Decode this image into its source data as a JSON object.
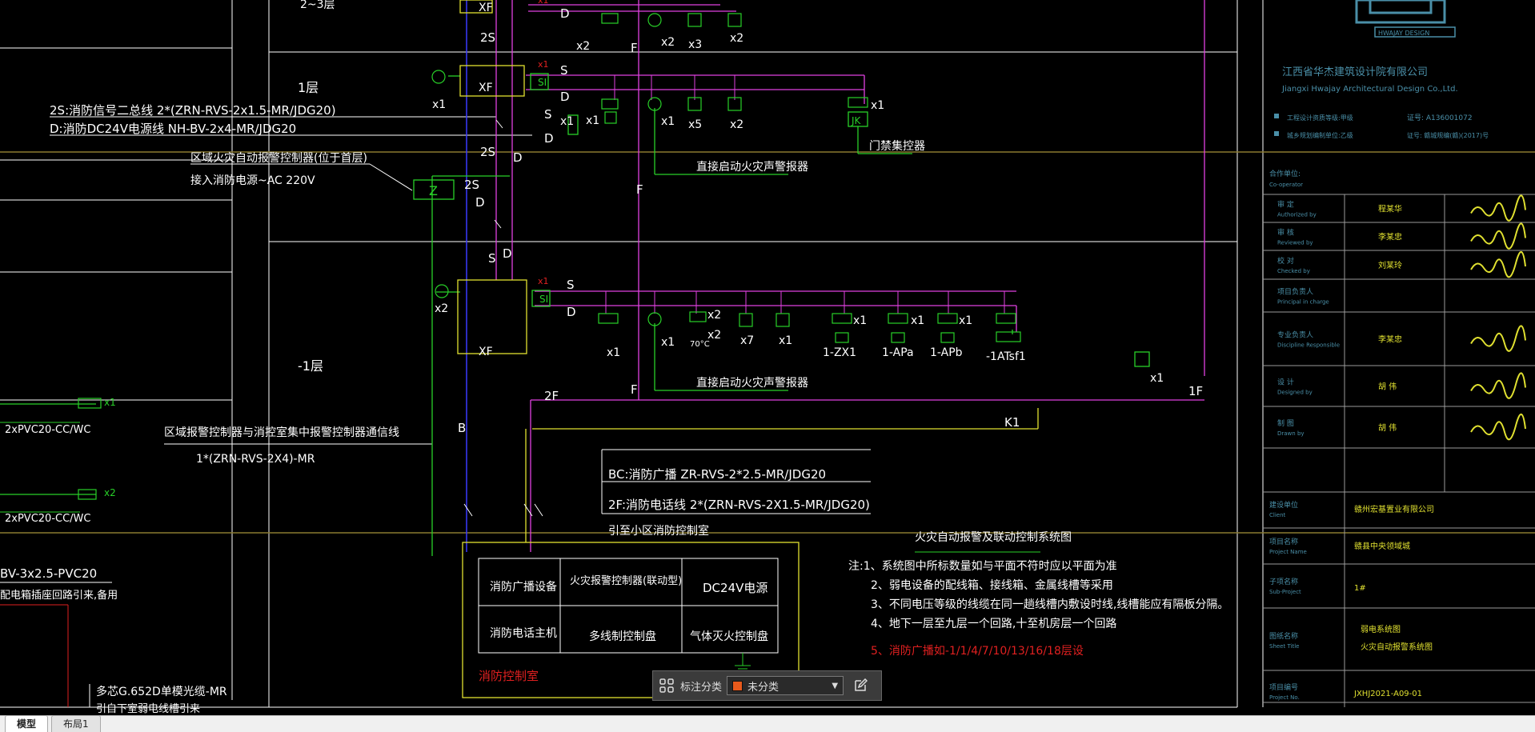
{
  "drawing": {
    "floors": {
      "f23": "2~3层",
      "f1": "1层",
      "fb1": "-1层"
    },
    "cables": {
      "s2": "2S:消防信号二总线  2*(ZRN-RVS-2x1.5-MR/JDG20)",
      "d": "D:消防DC24V电源线  NH-BV-2x4-MR/JDG20",
      "bc": "BC:消防广播 ZR-RVS-2*2.5-MR/JDG20",
      "f2": "2F:消防电话线  2*(ZRN-RVS-2X1.5-MR/JDG20)"
    },
    "region_controller": {
      "line1": "区域火灾自动报警控制器(位于首层)",
      "line2": "接入消防电源~AC 220V"
    },
    "region_comm": {
      "line1": "区域报警控制器与消控室集中报警控制器通信线",
      "line2": "1*(ZRN-RVS-2X4)-MR"
    },
    "direct_start_alarm": "直接启动火灾声警报器",
    "door_controller": "门禁集控器",
    "lead_note": "引至小区消防控制室",
    "control_room": {
      "label": "消防控制室",
      "cells": [
        "消防广播设备",
        "火灾报警控制器(联动型)",
        "DC24V电源",
        "消防电话主机",
        "多线制控制盘",
        "气体灭火控制盘"
      ]
    },
    "system_title": "火灾自动报警及联动控制系统图",
    "notes": [
      "注:1、系统图中所标数量如与平面不符时应以平面为准",
      "2、弱电设备的配线箱、接线箱、金属线槽等采用",
      "3、不同电压等级的线缆在同一趟线槽内敷设时线,线槽能应有隔板分隔。",
      "4、地下一层至九层一个回路,十至机房层一个回路",
      "5、消防广播如-1/1/4/7/10/13/16/18层设"
    ],
    "left_labels": {
      "pvc1": "2xPVC20-CC/WC",
      "pvc2": "2xPVC20-CC/WC",
      "bv": "BV-3x2.5-PVC20",
      "socket": "配电箱插座回路引来,备用",
      "fiber": "多芯G.652D单模光缆-MR",
      "fiber2": "引自下室弱电线槽引来"
    },
    "boxes": {
      "xf": "XF",
      "si": "SI",
      "z": "Z",
      "jk": "JK"
    },
    "wires": {
      "s": "S",
      "d": "D",
      "s2": "2S",
      "f": "F",
      "f2": "2F",
      "b": "B",
      "k1": "K1",
      "f1": "1F",
      "x1": "x1"
    },
    "devices": {
      "zx1": "1-ZX1",
      "apa": "1-APa",
      "apb": "1-APb",
      "atsf": "-1ATsf1",
      "temp": "70°C"
    }
  },
  "title_block": {
    "company_cn": "江西省华杰建筑设计院有限公司",
    "company_en": "Jiangxi Hwajay Architectural Design Co.,Ltd.",
    "logo_text": "HWAJAY DESIGN",
    "qual1": "工程设计资质等级:甲级",
    "qual1_no": "证号:  A136001072",
    "qual2": "城乡规划编制单位:乙级",
    "qual2_no": "证号:  赣城规编(赣)(2017)号",
    "coop": "合作单位:",
    "coop_en": "Co-operator",
    "rows": [
      {
        "cn": "审   定",
        "en": "Authorized by",
        "name": "程某华"
      },
      {
        "cn": "审   核",
        "en": "Reviewed by",
        "name": "李某忠"
      },
      {
        "cn": "校   对",
        "en": "Checked by",
        "name": "刘某玲"
      },
      {
        "cn": "项目负责人",
        "en": "Principal in charge",
        "name": ""
      },
      {
        "cn": "专业负责人",
        "en": "Discipline Responsible",
        "name": "李某忠"
      },
      {
        "cn": "设   计",
        "en": "Designed by",
        "name": "胡   伟"
      },
      {
        "cn": "制   图",
        "en": "Drawn by",
        "name": "胡   伟"
      }
    ],
    "client_cn": "建设单位",
    "client_en": "Client",
    "client_val": "赣州宏基置业有限公司",
    "project_cn": "项目名称",
    "project_en": "Project Name",
    "project_val": "赣县中央领域城",
    "sub_cn": "子项名称",
    "sub_en": "Sub-Project",
    "sub_val": "1#",
    "sheet_cn": "图纸名称",
    "sheet_en": "Sheet Title",
    "sheet_val1": "弱电系统图",
    "sheet_val2": "火灾自动报警系统图",
    "projno_cn": "项目编号",
    "projno_en": "Project No.",
    "projno_val": "JXHJ2021-A09-01"
  },
  "toolbar": {
    "label": "标注分类",
    "value": "未分类",
    "swatch": "#e85a1c"
  },
  "tabs": [
    "模型",
    "布局1"
  ]
}
